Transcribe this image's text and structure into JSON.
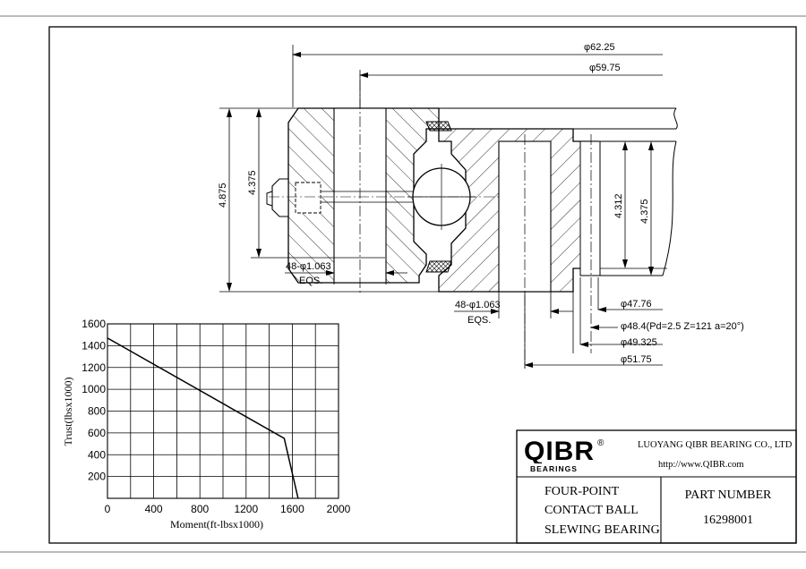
{
  "dims": {
    "d1": "φ62.25",
    "d2": "φ59.75",
    "h_outer": "4.875",
    "h_inner": "4.375",
    "h_right1": "4.312",
    "h_right2": "4.375",
    "holes_outer": "48-φ1.063",
    "eqs_outer": "EQS.",
    "holes_inner": "48-φ1.063",
    "eqs_inner": "EQS.",
    "d3": "φ47.76",
    "d4": "φ48.4(Pd=2.5 Z=121 a=20°)",
    "d5": "φ49.325",
    "d6": "φ51.75"
  },
  "title_block": {
    "logo": "QIBR",
    "logo_sub": "BEARINGS",
    "registered": "®",
    "company": "LUOYANG QIBR BEARING CO., LTD",
    "url": "http://www.QIBR.com",
    "desc1": "FOUR-POINT",
    "desc2": "CONTACT BALL",
    "desc3": "SLEWING BEARING",
    "part_label": "PART  NUMBER",
    "part_number": "16298001"
  },
  "chart_data": {
    "type": "line",
    "title": "",
    "xlabel": "Moment(ft-lbsx1000)",
    "ylabel": "Trust(lbsx1000)",
    "xlim": [
      0,
      2000
    ],
    "ylim": [
      0,
      1600
    ],
    "xticks": [
      0,
      400,
      800,
      1200,
      1600,
      2000
    ],
    "yticks": [
      200,
      400,
      600,
      800,
      1000,
      1200,
      1400,
      1600
    ],
    "grid": true,
    "series": [
      {
        "x": [
          0,
          1530,
          1650
        ],
        "y": [
          1470,
          550,
          0
        ]
      }
    ]
  }
}
